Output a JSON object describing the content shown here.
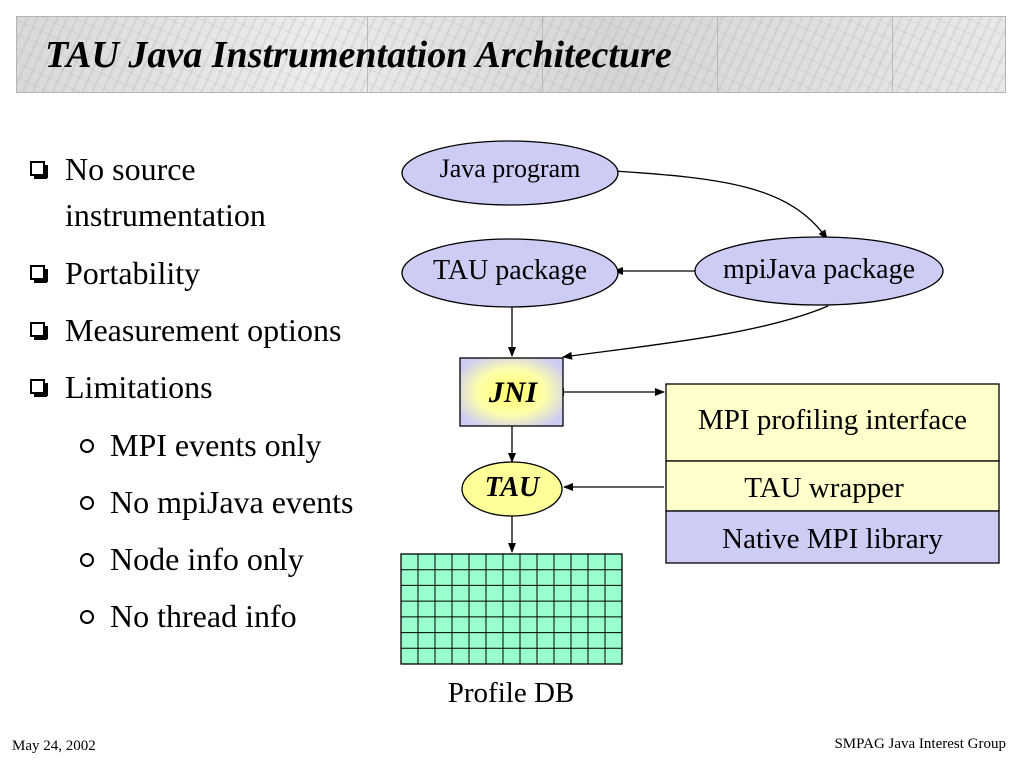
{
  "slide": {
    "title": "TAU Java Instrumentation Architecture"
  },
  "bullets": [
    {
      "level": 1,
      "lines": [
        "No source",
        "instrumentation"
      ]
    },
    {
      "level": 1,
      "lines": [
        "Portability"
      ]
    },
    {
      "level": 1,
      "lines": [
        "Measurement options"
      ]
    },
    {
      "level": 1,
      "lines": [
        "Limitations"
      ]
    },
    {
      "level": 2,
      "lines": [
        "MPI events only"
      ]
    },
    {
      "level": 2,
      "lines": [
        "No mpiJava events"
      ]
    },
    {
      "level": 2,
      "lines": [
        "Node info only"
      ]
    },
    {
      "level": 2,
      "lines": [
        "No thread info"
      ]
    }
  ],
  "diagram": {
    "java_program": "Java program",
    "tau_package": "TAU package",
    "mpijava_package": "mpiJava package",
    "jni": "JNI",
    "tau": "TAU",
    "mpi_profiling_interface": "MPI profiling interface",
    "tau_wrapper": "TAU wrapper",
    "native_mpi_library": "Native MPI library",
    "profile_db": "Profile DB"
  },
  "colors": {
    "ellipse_fill": "#ccccf5",
    "jni_fill": "#ccccf5",
    "tau_fill": "#ffff99",
    "wrapper_fill": "#ffffcc",
    "native_fill": "#ccccf5",
    "grid_fill": "#99ffcc"
  },
  "footer": {
    "date": "May 24, 2002",
    "group": "SMPAG Java Interest Group"
  }
}
